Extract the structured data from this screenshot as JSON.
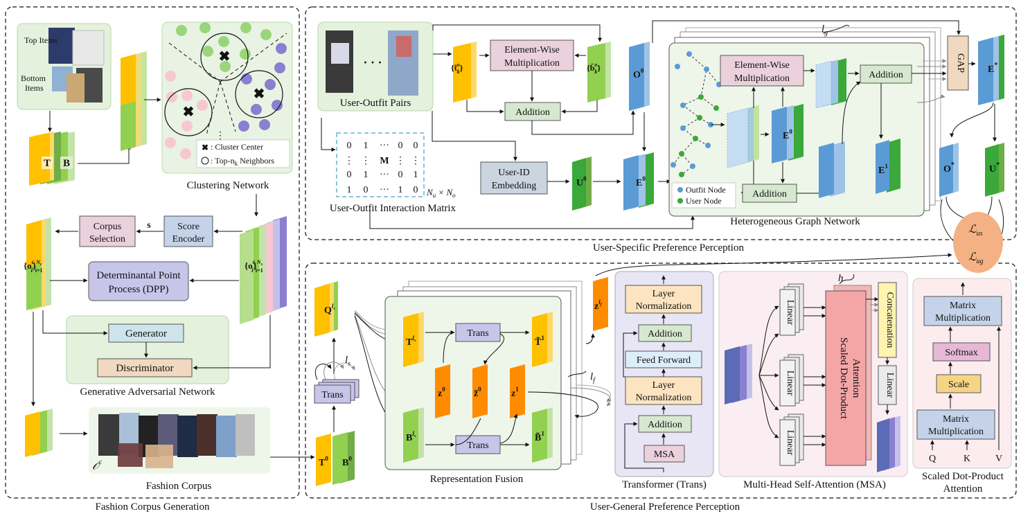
{
  "colors": {
    "yellow": "#ffc000",
    "green": "#70ad47",
    "lightgreen": "#92d050",
    "blue": "#5b9bd5",
    "darkgreen": "#3aa83a",
    "orange": "#ff8c00",
    "purple": "#7070c0",
    "pink": "#f4b8c8",
    "boxblue": "#c5d3ea",
    "boxgreen": "#d6e9d0",
    "boxpink": "#ead1dc",
    "boxtan": "#f0d9c0",
    "boxteal": "#cde4ea",
    "boxgray": "#cbd5e0",
    "boxlavender": "#c8c5ea"
  },
  "sections": {
    "fashion_corpus_generation": "Fashion Corpus Generation",
    "user_specific": "User-Specific Preference Perception",
    "user_general": "User-General Preference Perception"
  },
  "corpus": {
    "top_items": "Top Items",
    "bottom_items": "Bottom Items",
    "T": "T",
    "B": "B",
    "clustering_network": "Clustering Network",
    "legend_center": ": Cluster Center",
    "legend_neighbors": ": Top-n",
    "legend_neighbors_sub": "k",
    "legend_neighbors_tail": " Neighbors",
    "corpus_selection": [
      "Corpus",
      "Selection"
    ],
    "score_encoder": [
      "Score",
      "Encoder"
    ],
    "s": "s",
    "oc_set": "{o",
    "oc_sup": "c",
    "oc_sub": "i",
    "oc_range": "N",
    "oc_range_sub": "c",
    "oc_range_low": "i=1",
    "os_set": "{o",
    "os_sup": "s",
    "os_range": "N",
    "os_range_sub": "s",
    "dpp": [
      "Determinantal Point",
      "Process (DPP)"
    ],
    "generator": "Generator",
    "discriminator": "Discriminator",
    "gan": "Generative Adversarial Network",
    "fashion_corpus": "Fashion Corpus",
    "oc_symbol": "𝒪",
    "oc_symbol_sup": "c"
  },
  "specific": {
    "user_outfit_pairs": "User-Outfit Pairs",
    "ellipsis": "· · ·",
    "tk": "{t̄",
    "tk_sup": "o",
    "tk_sub": "k",
    "tk_range": "N",
    "tk_range_sub": "o",
    "tk_low": "k=1",
    "bk": "{b̄",
    "ewm": [
      "Element-Wise",
      "Multiplication"
    ],
    "addition": "Addition",
    "O0": "O",
    "O0_sup": "0",
    "matrix_rows": [
      [
        "0",
        "1",
        "···",
        "0",
        "0"
      ],
      [
        "⋮",
        "⋮",
        "M",
        "⋮",
        "⋮"
      ],
      [
        "0",
        "1",
        "···",
        "0",
        "1"
      ],
      [
        "1",
        "0",
        "···",
        "1",
        "0"
      ]
    ],
    "matrix_dim": "N",
    "matrix_dim_sub_u": "u",
    "matrix_dim_x": " × N",
    "matrix_dim_sub_o": "o",
    "matrix_caption": "User-Outfit Interaction Matrix",
    "user_id": [
      "User-ID",
      "Embedding"
    ],
    "U0": "U",
    "U0_sup": "0",
    "E0": "E",
    "E0_sup": "0",
    "lg": "l",
    "lg_sub": "g",
    "hgn_ewm": [
      "Element-Wise",
      "Multiplication"
    ],
    "hgn_addition_top": "Addition",
    "hgn_addition_bottom": "Addition",
    "hgn_E0": "E",
    "hgn_E0_sup": "0",
    "hgn_E1": "E",
    "hgn_E1_sup": "1",
    "outfit_node": "Outfit Node",
    "user_node": "User Node",
    "hgn_caption": "Heterogeneous Graph Network",
    "gap": "GAP",
    "Estar": "E",
    "star": "*",
    "Ostar": "O",
    "Ustar": "U",
    "Lus": "ℒ",
    "Lus_sub": "us",
    "Lug": "ℒ",
    "Lug_sub": "ug"
  },
  "general": {
    "Q": "Q",
    "Q_sup": "l",
    "Q_sup_sub": "s",
    "ls": "l",
    "ls_sub": "s",
    "trans": "Trans",
    "T0": "T",
    "B0": "B",
    "sup0": "0",
    "Tls": "T",
    "Bls": "B",
    "ls_sup": "l",
    "ls_sup_sub": "s",
    "z0": "z",
    "z0t": "z̃",
    "z1": "z",
    "sup1": "1",
    "T1t": "T̃",
    "B1t": "B̃",
    "zlf": "z",
    "zlf_sup": "l",
    "zlf_sup_sub": "f",
    "lf": "l",
    "lf_sub": "f",
    "rf_caption": "Representation Fusion",
    "tr_layer_norm": [
      "Layer",
      "Normalization"
    ],
    "tr_addition": "Addition",
    "tr_ff": "Feed Forward",
    "tr_msa": "MSA",
    "tr_caption": "Transformer (Trans)",
    "linear": "Linear",
    "sdpa_vertical": [
      "Scaled Dot-Product",
      "Attention"
    ],
    "concat": "Concatenation",
    "h": "h",
    "msa_caption": "Multi-Head Self-Attention (MSA)",
    "matmul": [
      "Matrix",
      "Multiplication"
    ],
    "softmax": "Softmax",
    "scale": "Scale",
    "Q_in": "Q",
    "K_in": "K",
    "V_in": "V",
    "sdpa_caption": [
      "Scaled Dot-Product",
      "Attention"
    ]
  }
}
